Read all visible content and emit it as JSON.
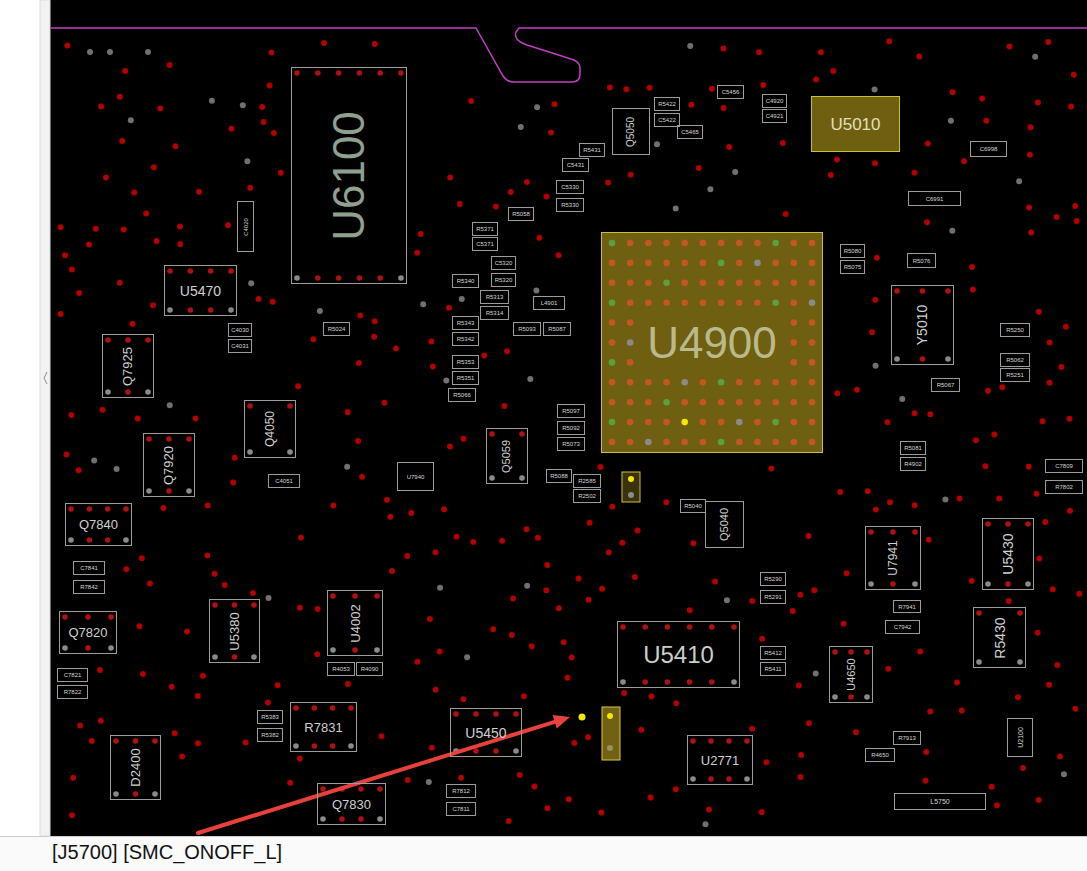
{
  "diagram": {
    "nodes": [
      {
        "text": [
          "U6100"
        ]
      },
      {
        "text": [
          "U4900"
        ]
      },
      {
        "text": [
          "U5010"
        ]
      },
      {
        "text": [
          "U5470"
        ]
      },
      {
        "text": [
          "Q7925"
        ]
      },
      {
        "text": [
          "Q7920"
        ]
      },
      {
        "text": [
          "Q7840"
        ]
      },
      {
        "text": [
          "Q7820"
        ]
      },
      {
        "text": [
          "Q4050"
        ]
      },
      {
        "text": [
          "U5380"
        ]
      },
      {
        "text": [
          "U4002"
        ]
      },
      {
        "text": [
          "R7831"
        ]
      },
      {
        "text": [
          "Q7830"
        ]
      },
      {
        "text": [
          "D2400"
        ]
      },
      {
        "text": [
          "U5450"
        ]
      },
      {
        "text": [
          "U5410"
        ]
      },
      {
        "text": [
          "U2771"
        ]
      },
      {
        "text": [
          "U4650"
        ]
      },
      {
        "text": [
          "U7941"
        ]
      },
      {
        "text": [
          "U5430"
        ]
      },
      {
        "text": [
          "R5430"
        ]
      },
      {
        "text": [
          "Y5010"
        ]
      },
      {
        "text": [
          "Q5059"
        ]
      },
      {
        "text": [
          "Q5040"
        ]
      },
      {
        "text": [
          "Q5050"
        ]
      },
      {
        "text": [
          "L5750"
        ]
      },
      {
        "text": [
          "U2100"
        ]
      },
      {
        "text": [
          "U7940"
        ]
      },
      {
        "text": [
          "C6998"
        ]
      },
      {
        "text": [
          "C6991"
        ]
      },
      {
        "text": [
          "R5080"
        ]
      },
      {
        "text": [
          "R5075"
        ]
      },
      {
        "text": [
          "R5076"
        ]
      },
      {
        "text": [
          "R5067"
        ]
      },
      {
        "text": [
          "R5081"
        ]
      },
      {
        "text": [
          "R4902"
        ]
      },
      {
        "text": [
          "C7809"
        ]
      },
      {
        "text": [
          "R7802"
        ]
      },
      {
        "text": [
          "R5290"
        ]
      },
      {
        "text": [
          "R5291"
        ]
      },
      {
        "text": [
          "R7941"
        ]
      },
      {
        "text": [
          "C7942"
        ]
      },
      {
        "text": [
          "R5412"
        ]
      },
      {
        "text": [
          "R5411"
        ]
      },
      {
        "text": [
          "R7913"
        ]
      },
      {
        "text": [
          "R4650"
        ]
      },
      {
        "text": [
          "C7841"
        ]
      },
      {
        "text": [
          "R7842"
        ]
      },
      {
        "text": [
          "C7821"
        ]
      },
      {
        "text": [
          "R7822"
        ]
      },
      {
        "text": [
          "R5383"
        ]
      },
      {
        "text": [
          "R5382"
        ]
      },
      {
        "text": [
          "R7812"
        ]
      },
      {
        "text": [
          "C7811"
        ]
      },
      {
        "text": [
          "C4051"
        ]
      },
      {
        "text": [
          "R4053"
        ]
      },
      {
        "text": [
          "R4090"
        ]
      },
      {
        "text": [
          "C4030"
        ]
      },
      {
        "text": [
          "C4031"
        ]
      },
      {
        "text": [
          "R5024"
        ]
      },
      {
        "text": [
          "R5340"
        ]
      },
      {
        "text": [
          "R5313"
        ]
      },
      {
        "text": [
          "R5314"
        ]
      },
      {
        "text": [
          "R5343"
        ]
      },
      {
        "text": [
          "R5342"
        ]
      },
      {
        "text": [
          "R5353"
        ]
      },
      {
        "text": [
          "R5351"
        ]
      },
      {
        "text": [
          "R5066"
        ]
      },
      {
        "text": [
          "R5093"
        ]
      },
      {
        "text": [
          "R5087"
        ]
      },
      {
        "text": [
          "L4901"
        ]
      },
      {
        "text": [
          "R5097"
        ]
      },
      {
        "text": [
          "R5092"
        ]
      },
      {
        "text": [
          "R5073"
        ]
      },
      {
        "text": [
          "R5088"
        ]
      },
      {
        "text": [
          "R2585"
        ]
      },
      {
        "text": [
          "R2502"
        ]
      },
      {
        "text": [
          "R5040"
        ]
      },
      {
        "text": [
          "C5320"
        ]
      },
      {
        "text": [
          "R5320"
        ]
      },
      {
        "text": [
          "R5371"
        ]
      },
      {
        "text": [
          "C5371"
        ]
      },
      {
        "text": [
          "R5058"
        ]
      },
      {
        "text": [
          "C5431"
        ]
      },
      {
        "text": [
          "R5431"
        ]
      },
      {
        "text": [
          "C5330"
        ]
      },
      {
        "text": [
          "R5330"
        ]
      },
      {
        "text": [
          "R5422"
        ]
      },
      {
        "text": [
          "C5422"
        ]
      },
      {
        "text": [
          "C5465"
        ]
      },
      {
        "text": [
          "C5456"
        ]
      },
      {
        "text": [
          "C4920"
        ]
      },
      {
        "text": [
          "C4921"
        ]
      },
      {
        "text": [
          "R5250"
        ]
      },
      {
        "text": [
          "R5062"
        ]
      },
      {
        "text": [
          "R5251"
        ]
      },
      {
        "text": [
          "C4020"
        ]
      }
    ],
    "labels": [
      "[J5700] [SMC_ONOFF_L]"
    ]
  }
}
